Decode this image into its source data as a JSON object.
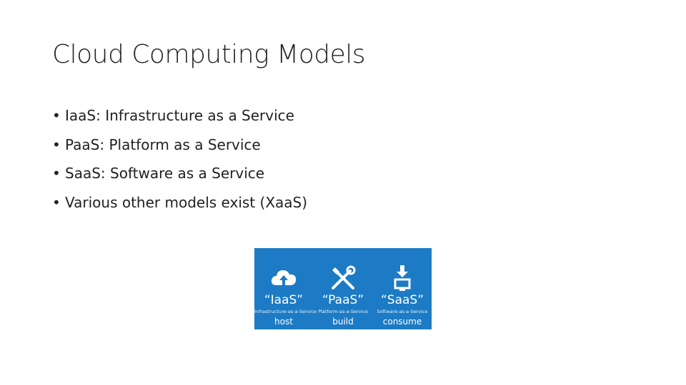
{
  "slide": {
    "title": "Cloud Computing Models",
    "bullets": [
      "IaaS: Infrastructure as a Service",
      "PaaS: Platform as a Service",
      "SaaS: Software as a Service",
      "Various other models exist (XaaS)"
    ],
    "bullet_glyph": "•"
  },
  "diagram": {
    "background_color": "#1c7bc4",
    "columns": [
      {
        "icon": "cloud-upload-icon",
        "name": "“IaaS”",
        "subtitle": "Infrastructure-as-a-Service",
        "verb": "host"
      },
      {
        "icon": "tools-icon",
        "name": "“PaaS”",
        "subtitle": "Platform-as-a-Service",
        "verb": "build"
      },
      {
        "icon": "download-monitor-icon",
        "name": "“SaaS”",
        "subtitle": "Software-as-a-Service",
        "verb": "consume"
      }
    ]
  }
}
